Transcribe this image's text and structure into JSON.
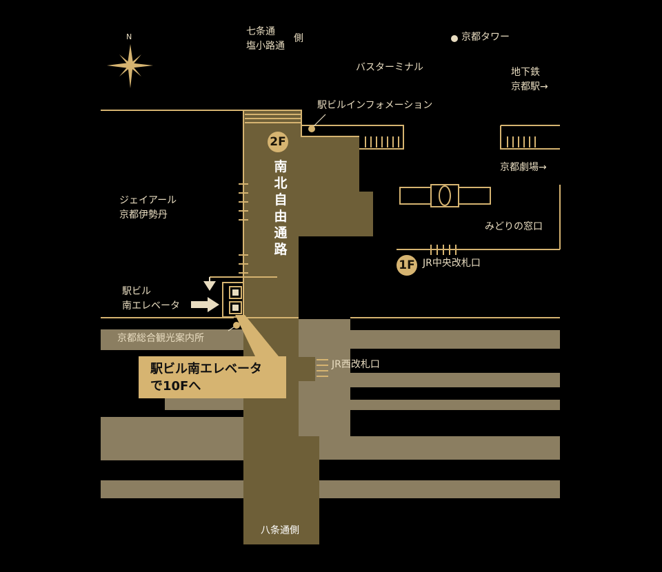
{
  "map": {
    "compass": {
      "north_label": "N"
    },
    "floor_badges": {
      "second": "2F",
      "first": "1F"
    },
    "labels": {
      "shichijo": "七条通\n塩小路通",
      "shichijo_side": "側",
      "kyoto_tower": "京都タワー",
      "bus_terminal": "バスターミナル",
      "subway": "地下鉄\n京都駅→",
      "info": "駅ビルインフォメーション",
      "theater": "京都劇場→",
      "isetan": "ジェイアール\n京都伊勢丹",
      "midori": "みどりの窓口",
      "jr_central_gate": "JR中央改札口",
      "south_elevator": "駅ビル\n南エレベータ",
      "tourist_info": "京都総合観光案内所",
      "jr_west_gate": "JR西改札口",
      "hachijo": "八条通側",
      "corridor": "南\n北\n自\n由\n通\n路"
    },
    "callout": "駅ビル南エレベータ\nで10Fへ"
  },
  "colors": {
    "background": "#000000",
    "accent": "#d6b471",
    "corridor": "#6e5f38",
    "concourse": "#8b7e61"
  }
}
